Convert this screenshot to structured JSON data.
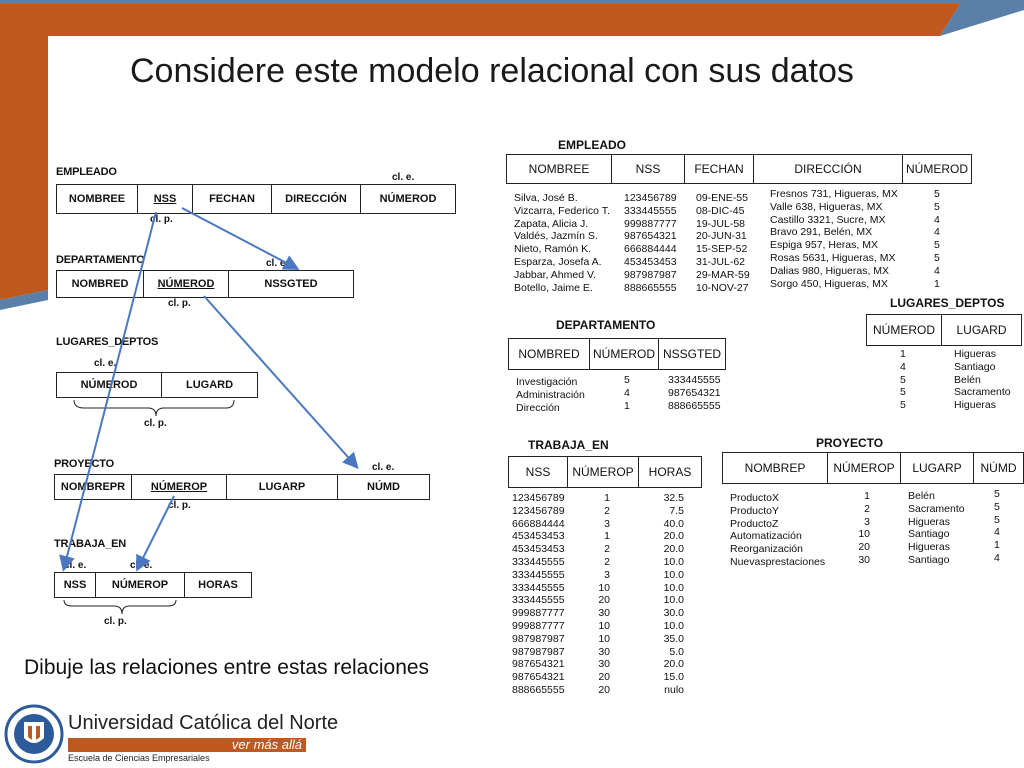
{
  "slide": {
    "title": "Considere este modelo relacional con sus datos",
    "instruction": "Dibuje las relaciones entre estas relaciones"
  },
  "colors": {
    "accent_orange": "#c0591f",
    "frame_blue": "#5a7fa8",
    "arrow_blue": "#4a78c0"
  },
  "schema": {
    "empleado": {
      "name": "EMPLEADO",
      "fields": [
        "NOMBREE",
        "NSS",
        "FECHAN",
        "DIRECCIÓN",
        "NÚMEROD"
      ],
      "fk_note": "cl. e.",
      "pk_note": "cl. p."
    },
    "departamento": {
      "name": "DEPARTAMENTO",
      "fields": [
        "NOMBRED",
        "NÚMEROD",
        "NSSGTED"
      ],
      "fk_note": "cl. e.",
      "pk_note": "cl. p."
    },
    "lugares_deptos": {
      "name": "LUGARES_DEPTOS",
      "fields": [
        "NÚMEROD",
        "LUGARD"
      ],
      "fk_note": "cl. e.",
      "pk_note": "cl. p."
    },
    "proyecto": {
      "name": "PROYECTO",
      "fields": [
        "NOMBREPR",
        "NÚMEROP",
        "LUGARP",
        "NÚMD"
      ],
      "fk_note": "cl. e.",
      "pk_note": "cl. p."
    },
    "trabaja_en": {
      "name": "TRABAJA_EN",
      "fields": [
        "NSS",
        "NÚMEROP",
        "HORAS"
      ],
      "fk_note1": "cl. e.",
      "fk_note2": "cl. e.",
      "pk_note": "cl. p."
    }
  },
  "data": {
    "empleado": {
      "name": "EMPLEADO",
      "headers": [
        "NOMBREE",
        "NSS",
        "FECHAN",
        "DIRECCIÓN",
        "NÚMEROD"
      ],
      "col_nombre": [
        "Silva, José B.",
        "Vizcarra, Federico T.",
        "Zapata, Alicia J.",
        "Valdés, Jazmín S.",
        "Nieto, Ramón K.",
        "Esparza, Josefa A.",
        "Jabbar, Ahmed V.",
        "Botello, Jaime E."
      ],
      "col_nss": [
        "123456789",
        "333445555",
        "999887777",
        "987654321",
        "666884444",
        "453453453",
        "987987987",
        "888665555"
      ],
      "col_fechan": [
        "09-ENE-55",
        "08-DIC-45",
        "19-JUL-58",
        "20-JUN-31",
        "15-SEP-52",
        "31-JUL-62",
        "29-MAR-59",
        "10-NOV-27"
      ],
      "col_direccion": [
        "Fresnos 731, Higueras, MX",
        "Valle 638, Higueras, MX",
        "Castillo 3321, Sucre, MX",
        "Bravo 291, Belén, MX",
        "Espiga 957, Heras, MX",
        "Rosas 5631, Higueras, MX",
        "Dalias 980, Higueras, MX",
        "Sorgo 450, Higueras, MX"
      ],
      "col_numerod": [
        "5",
        "5",
        "4",
        "4",
        "5",
        "5",
        "4",
        "1"
      ]
    },
    "departamento": {
      "name": "DEPARTAMENTO",
      "headers": [
        "NOMBRED",
        "NÚMEROD",
        "NSSGTED"
      ],
      "col_nombre": [
        "Investigación",
        "Administración",
        "Dirección"
      ],
      "col_numero": [
        "5",
        "4",
        "1"
      ],
      "col_nss": [
        "333445555",
        "987654321",
        "888665555"
      ]
    },
    "lugares_deptos": {
      "name": "LUGARES_DEPTOS",
      "headers": [
        "NÚMEROD",
        "LUGARD"
      ],
      "col_numero": [
        "1",
        "4",
        "5",
        "5",
        "5"
      ],
      "col_lugar": [
        "Higueras",
        "Santiago",
        "Belén",
        "Sacramento",
        "Higueras"
      ]
    },
    "trabaja_en": {
      "name": "TRABAJA_EN",
      "headers": [
        "NSS",
        "NÚMEROP",
        "HORAS"
      ],
      "col_nss": [
        "123456789",
        "123456789",
        "666884444",
        "453453453",
        "453453453",
        "333445555",
        "333445555",
        "333445555",
        "333445555",
        "999887777",
        "999887777",
        "987987987",
        "987987987",
        "987654321",
        "987654321",
        "888665555"
      ],
      "col_numerop": [
        "1",
        "2",
        "3",
        "1",
        "2",
        "2",
        "3",
        "10",
        "20",
        "30",
        "10",
        "10",
        "30",
        "30",
        "20",
        "20"
      ],
      "col_horas": [
        "32.5",
        "7.5",
        "40.0",
        "20.0",
        "20.0",
        "10.0",
        "10.0",
        "10.0",
        "10.0",
        "30.0",
        "10.0",
        "35.0",
        "5.0",
        "20.0",
        "15.0",
        "nulo"
      ]
    },
    "proyecto": {
      "name": "PROYECTO",
      "headers": [
        "NOMBREP",
        "NÚMEROP",
        "LUGARP",
        "NÚMD"
      ],
      "col_nombre": [
        "ProductoX",
        "ProductoY",
        "ProductoZ",
        "Automatización",
        "Reorganización",
        "Nuevasprestaciones"
      ],
      "col_numero": [
        "1",
        "2",
        "3",
        "10",
        "20",
        "30"
      ],
      "col_lugar": [
        "Belén",
        "Sacramento",
        "Higueras",
        "Santiago",
        "Higueras",
        "Santiago"
      ],
      "col_numd": [
        "5",
        "5",
        "5",
        "4",
        "1",
        "4"
      ]
    }
  },
  "footer": {
    "university": "Universidad Católica del Norte",
    "tagline": "ver más allá",
    "school": "Escuela de Ciencias Empresariales",
    "logo_icon": "university-seal-icon"
  }
}
